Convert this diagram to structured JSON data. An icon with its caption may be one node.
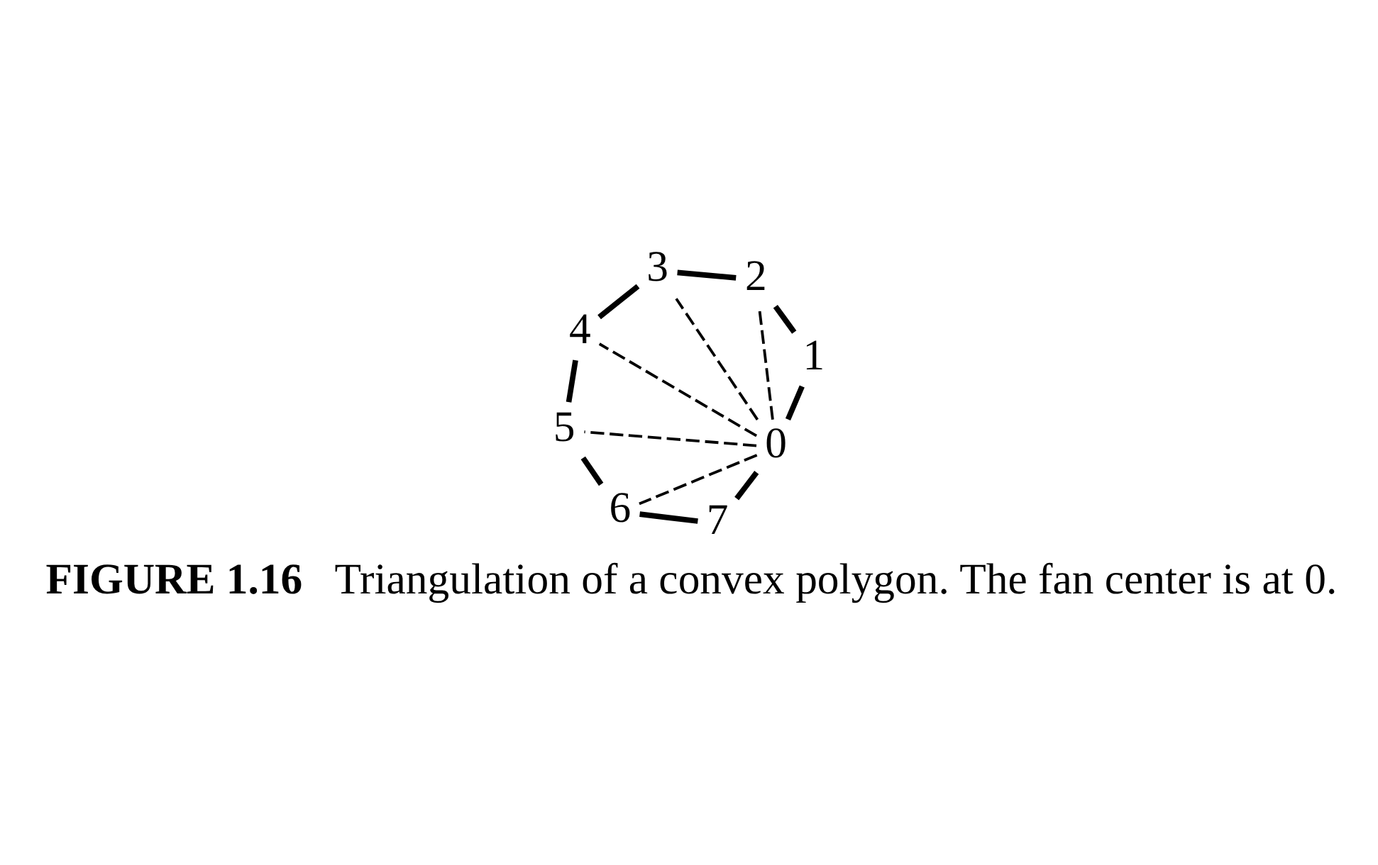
{
  "diagram": {
    "caption": "**FIGURE 1.16** Triangulation of a convex polygon. The fan center is at 0.",
    "nodes": [
      {
        "text": [
          "5"
        ]
      },
      {
        "text": [
          "4"
        ]
      },
      {
        "text": [
          "6"
        ]
      },
      {
        "text": [
          "3"
        ]
      },
      {
        "text": [
          "7"
        ]
      },
      {
        "text": [
          "2"
        ]
      },
      {
        "text": [
          "0"
        ]
      },
      {
        "text": [
          "1"
        ]
      }
    ],
    "edges": [
      {
        "from": 6,
        "to": 7,
        "arrow": "none"
      },
      {
        "from": 7,
        "to": 5,
        "arrow": "none"
      },
      {
        "from": 5,
        "to": 3,
        "arrow": "none"
      },
      {
        "from": 3,
        "to": 1,
        "arrow": "none"
      },
      {
        "from": 1,
        "to": 0,
        "arrow": "none"
      },
      {
        "from": 0,
        "to": 2,
        "arrow": "none"
      },
      {
        "from": 2,
        "to": 4,
        "arrow": "none"
      },
      {
        "from": 4,
        "to": 6,
        "arrow": "none"
      },
      {
        "from": 6,
        "to": 5,
        "arrow": "none",
        "style": "dashed"
      },
      {
        "from": 6,
        "to": 3,
        "arrow": "none",
        "style": "dashed"
      },
      {
        "from": 6,
        "to": 1,
        "arrow": "none",
        "style": "dashed"
      },
      {
        "from": 6,
        "to": 0,
        "arrow": "none",
        "style": "dashed"
      },
      {
        "from": 6,
        "to": 2,
        "arrow": "none",
        "style": "dashed"
      }
    ]
  }
}
